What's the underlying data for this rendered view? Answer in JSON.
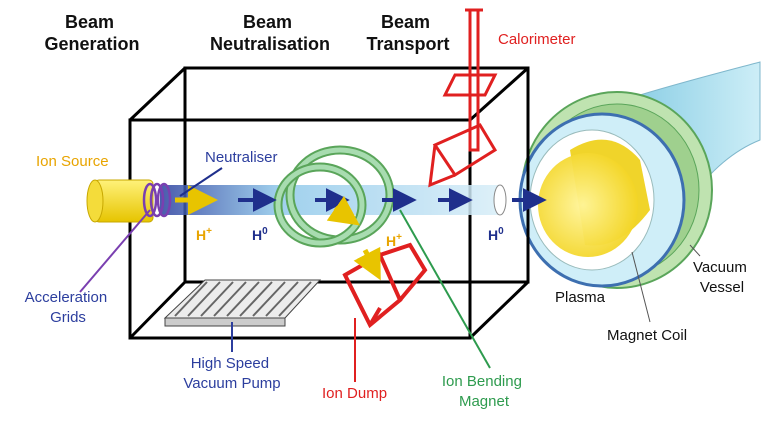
{
  "headers": {
    "generation": [
      "Beam",
      "Generation"
    ],
    "neutralisation": [
      "Beam",
      "Neutralisation"
    ],
    "transport": [
      "Beam",
      "Transport"
    ]
  },
  "labels": {
    "ion_source": "Ion Source",
    "neutraliser": "Neutraliser",
    "calorimeter": "Calorimeter",
    "acceleration_grids": [
      "Acceleration",
      "Grids"
    ],
    "vacuum_pump": [
      "High Speed",
      "Vacuum Pump"
    ],
    "ion_dump": "Ion Dump",
    "ion_bending_magnet": [
      "Ion Bending",
      "Magnet"
    ],
    "plasma": "Plasma",
    "magnet_coil": "Magnet Coil",
    "vacuum_vessel": [
      "Vacuum",
      "Vessel"
    ]
  },
  "particles": {
    "h_letter": "H",
    "ion_charge": "+",
    "neutral_charge": "0"
  },
  "colors": {
    "ion_source": "#e8a400",
    "neutraliser": "#2c3e9e",
    "calorimeter": "#e02020",
    "acceleration_grids": "#7a3fb0",
    "vacuum_pump": "#2c3e9e",
    "ion_dump": "#e02020",
    "ion_bending_magnet": "#2e9b4e",
    "ion_marker": "#e8a400",
    "neutral_marker": "#1f2f8c",
    "dark_label": "#111111"
  }
}
